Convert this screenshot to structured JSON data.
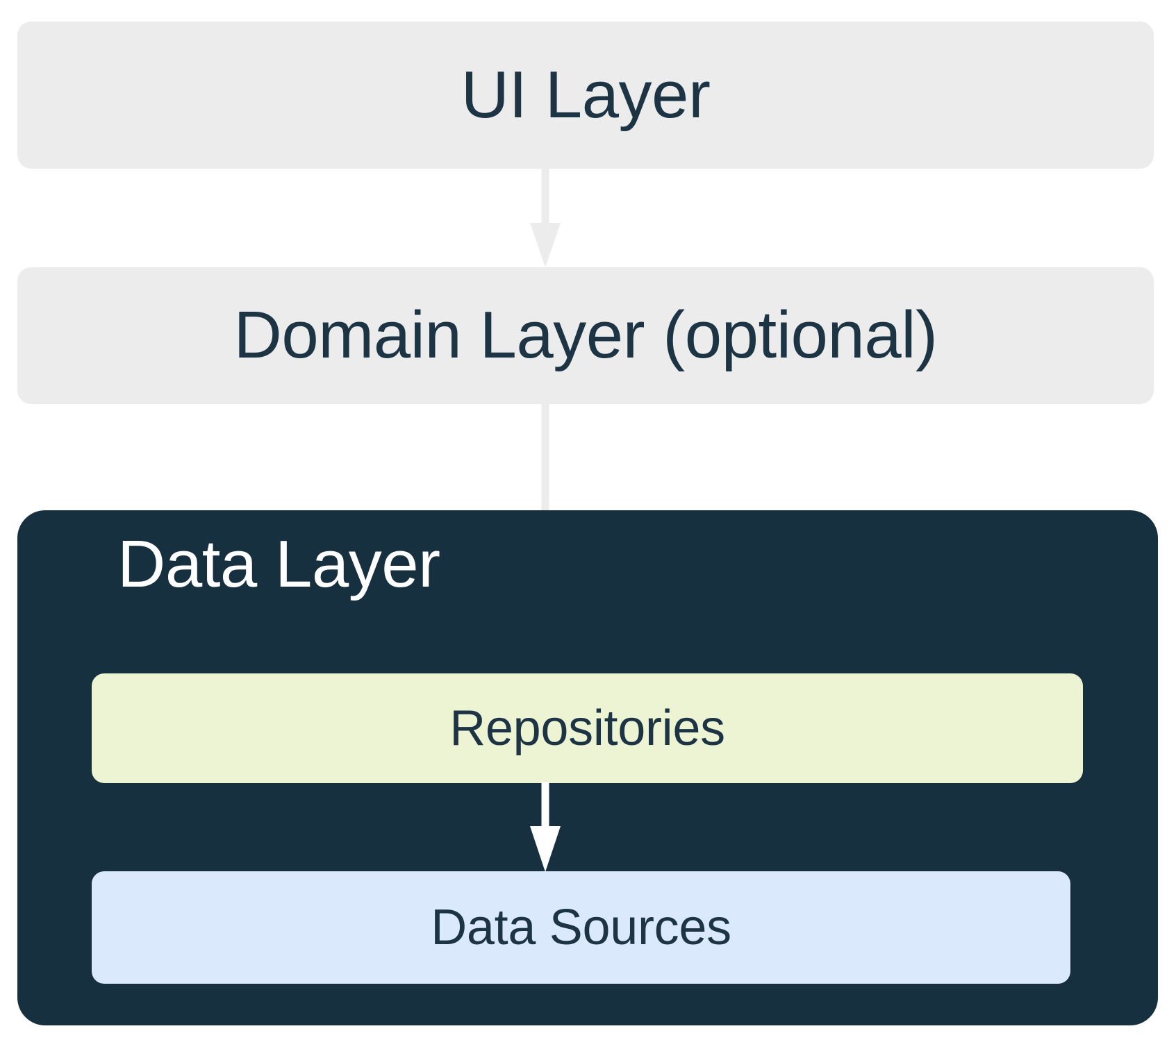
{
  "diagram": {
    "title": "Android app architecture layers",
    "type": "layered-architecture",
    "background_color": "#ffffff",
    "layers": [
      {
        "id": "ui-layer",
        "label": "UI Layer",
        "background_color": "#ececec",
        "text_color": "#1c3444"
      },
      {
        "id": "domain-layer",
        "label": "Domain Layer (optional)",
        "background_color": "#ececec",
        "text_color": "#1c3444"
      },
      {
        "id": "data-layer",
        "label": "Data Layer",
        "background_color": "#173040",
        "text_color": "#ffffff",
        "children": [
          {
            "id": "repositories",
            "label": "Repositories",
            "background_color": "#edf4d4",
            "text_color": "#1c3444"
          },
          {
            "id": "data-sources",
            "label": "Data Sources",
            "background_color": "#daeafc",
            "text_color": "#1c3444"
          }
        ]
      }
    ],
    "arrows": [
      {
        "id": "ui-to-domain",
        "from": "UI Layer",
        "to": "Domain Layer (optional)",
        "color": "#ececec",
        "direction": "down"
      },
      {
        "id": "domain-to-repositories",
        "from": "Domain Layer (optional)",
        "to": "Repositories",
        "color": "#ececec",
        "direction": "down"
      },
      {
        "id": "repositories-to-data-sources",
        "from": "Repositories",
        "to": "Data Sources",
        "color": "#ffffff",
        "direction": "down"
      }
    ]
  }
}
